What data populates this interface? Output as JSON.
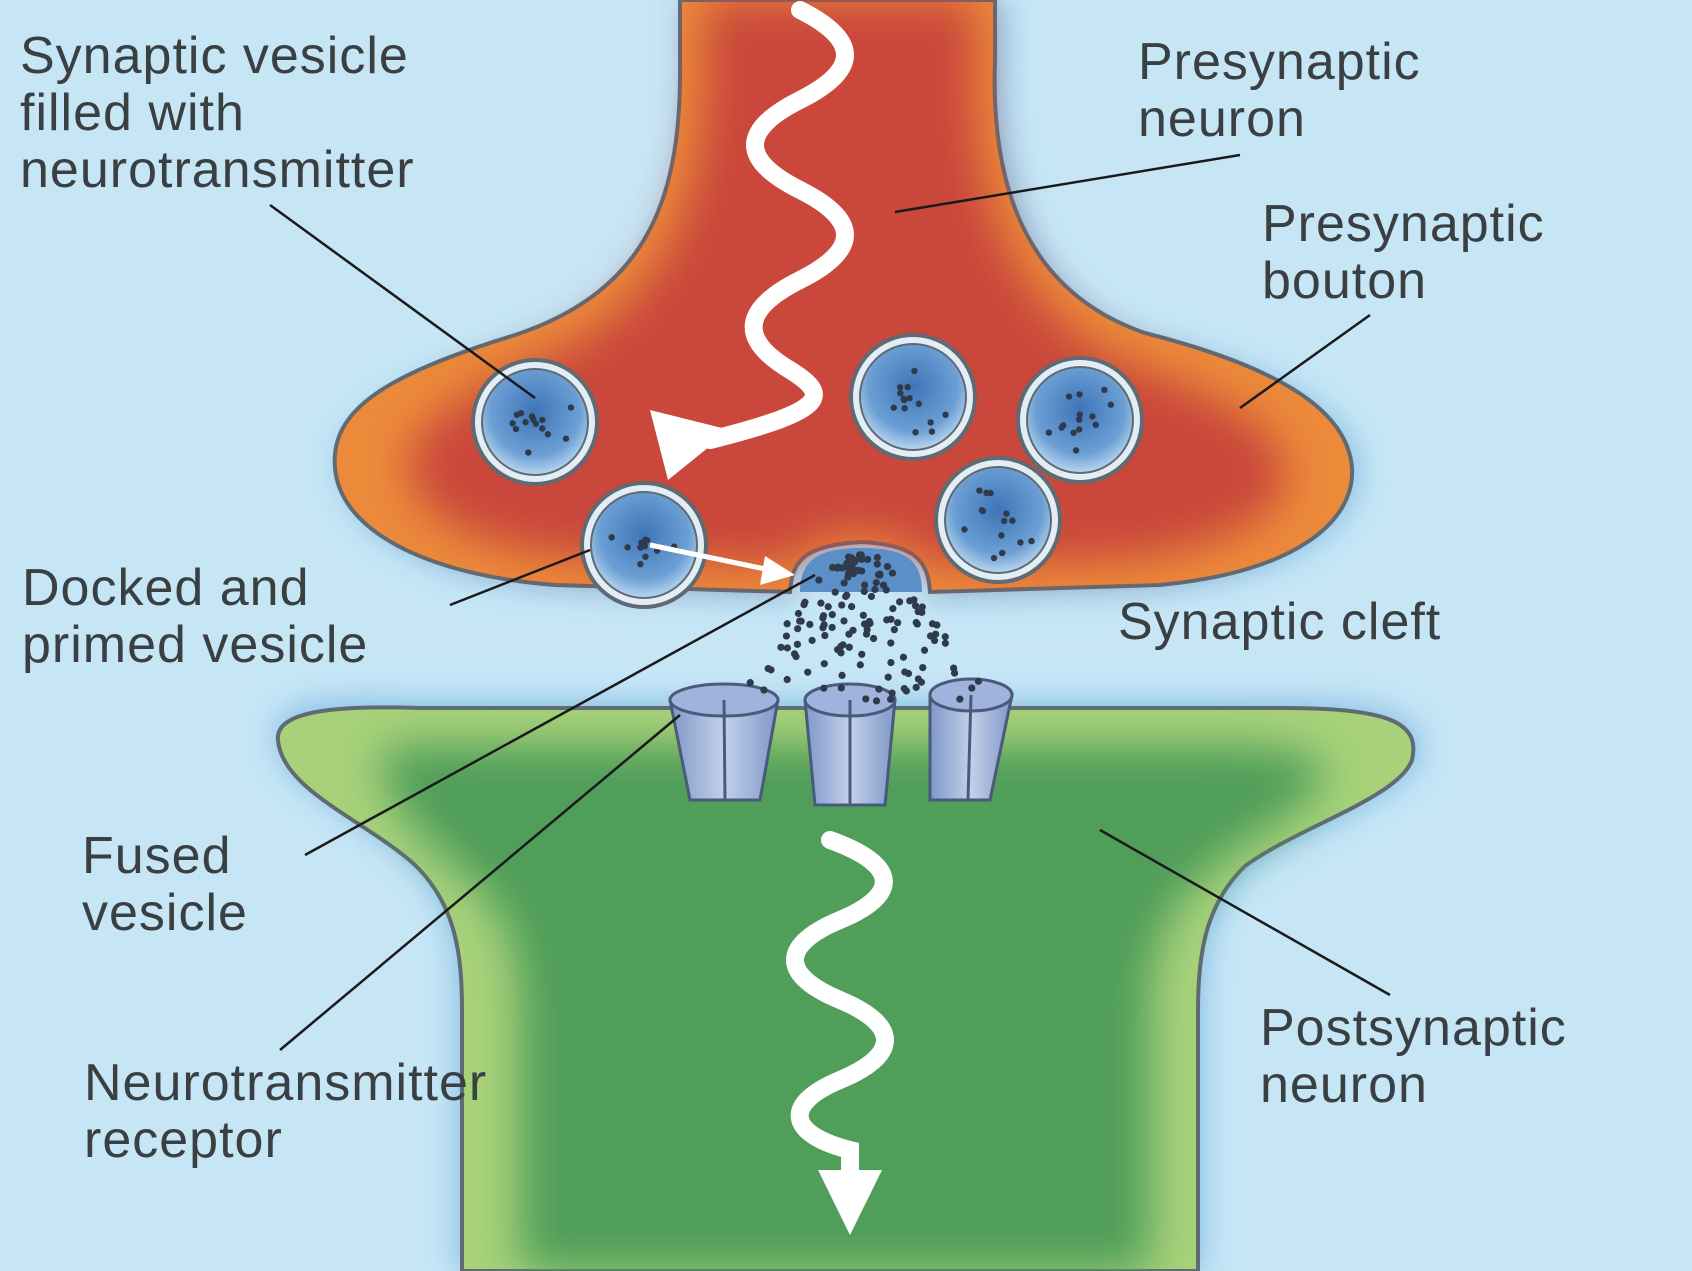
{
  "labels": {
    "synaptic_vesicle": [
      "Synaptic vesicle",
      "filled with",
      "neurotransmitter"
    ],
    "presynaptic_neuron": [
      "Presynaptic",
      "neuron"
    ],
    "presynaptic_bouton": [
      "Presynaptic",
      "bouton"
    ],
    "docked_vesicle": [
      "Docked and",
      "primed  vesicle"
    ],
    "synaptic_cleft": [
      "Synaptic cleft"
    ],
    "fused_vesicle": [
      "Fused",
      "vesicle"
    ],
    "neurotransmitter_receptor": [
      "Neurotransmitter",
      "receptor"
    ],
    "postsynaptic_neuron": [
      "Postsynaptic",
      "neuron"
    ]
  },
  "colors": {
    "background": "#c6e6f6",
    "membrane_halo": "#8ec3e6",
    "presynaptic_outer": "#ec8a3a",
    "presynaptic_inner": "#c9463a",
    "postsynaptic_outer": "#a8d27a",
    "postsynaptic_inner": "#4f9e5a",
    "vesicle": "#5a8fc8",
    "signal_arrow": "#ffffff",
    "label_text": "#3a3f42",
    "leader_line": "#1a1a1a"
  },
  "icons": [
    "signal-wave-arrow-down",
    "vesicle-release-arrow"
  ]
}
